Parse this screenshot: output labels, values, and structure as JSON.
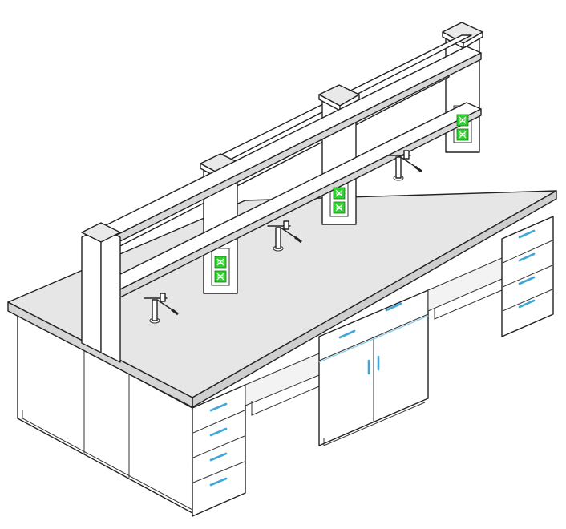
{
  "figure": {
    "subject": "",
    "colors": {
      "outline": "#222222",
      "countertop": "#e4e4e4",
      "cabinet": "#ffffff",
      "shelf_shadow": "#d8d8d8",
      "handle": "#3fa6d8",
      "outlet": "#2fd12f",
      "background": "#ffffff"
    },
    "parts": {
      "drawer_handles": 12,
      "door_handles": 2,
      "uprights": 4,
      "shelves": 2,
      "faucets": 3,
      "outlet_panels": 3,
      "outlets_per_panel": 2
    },
    "icons": [
      "handle-icon",
      "outlet-icon",
      "faucet-icon"
    ]
  }
}
